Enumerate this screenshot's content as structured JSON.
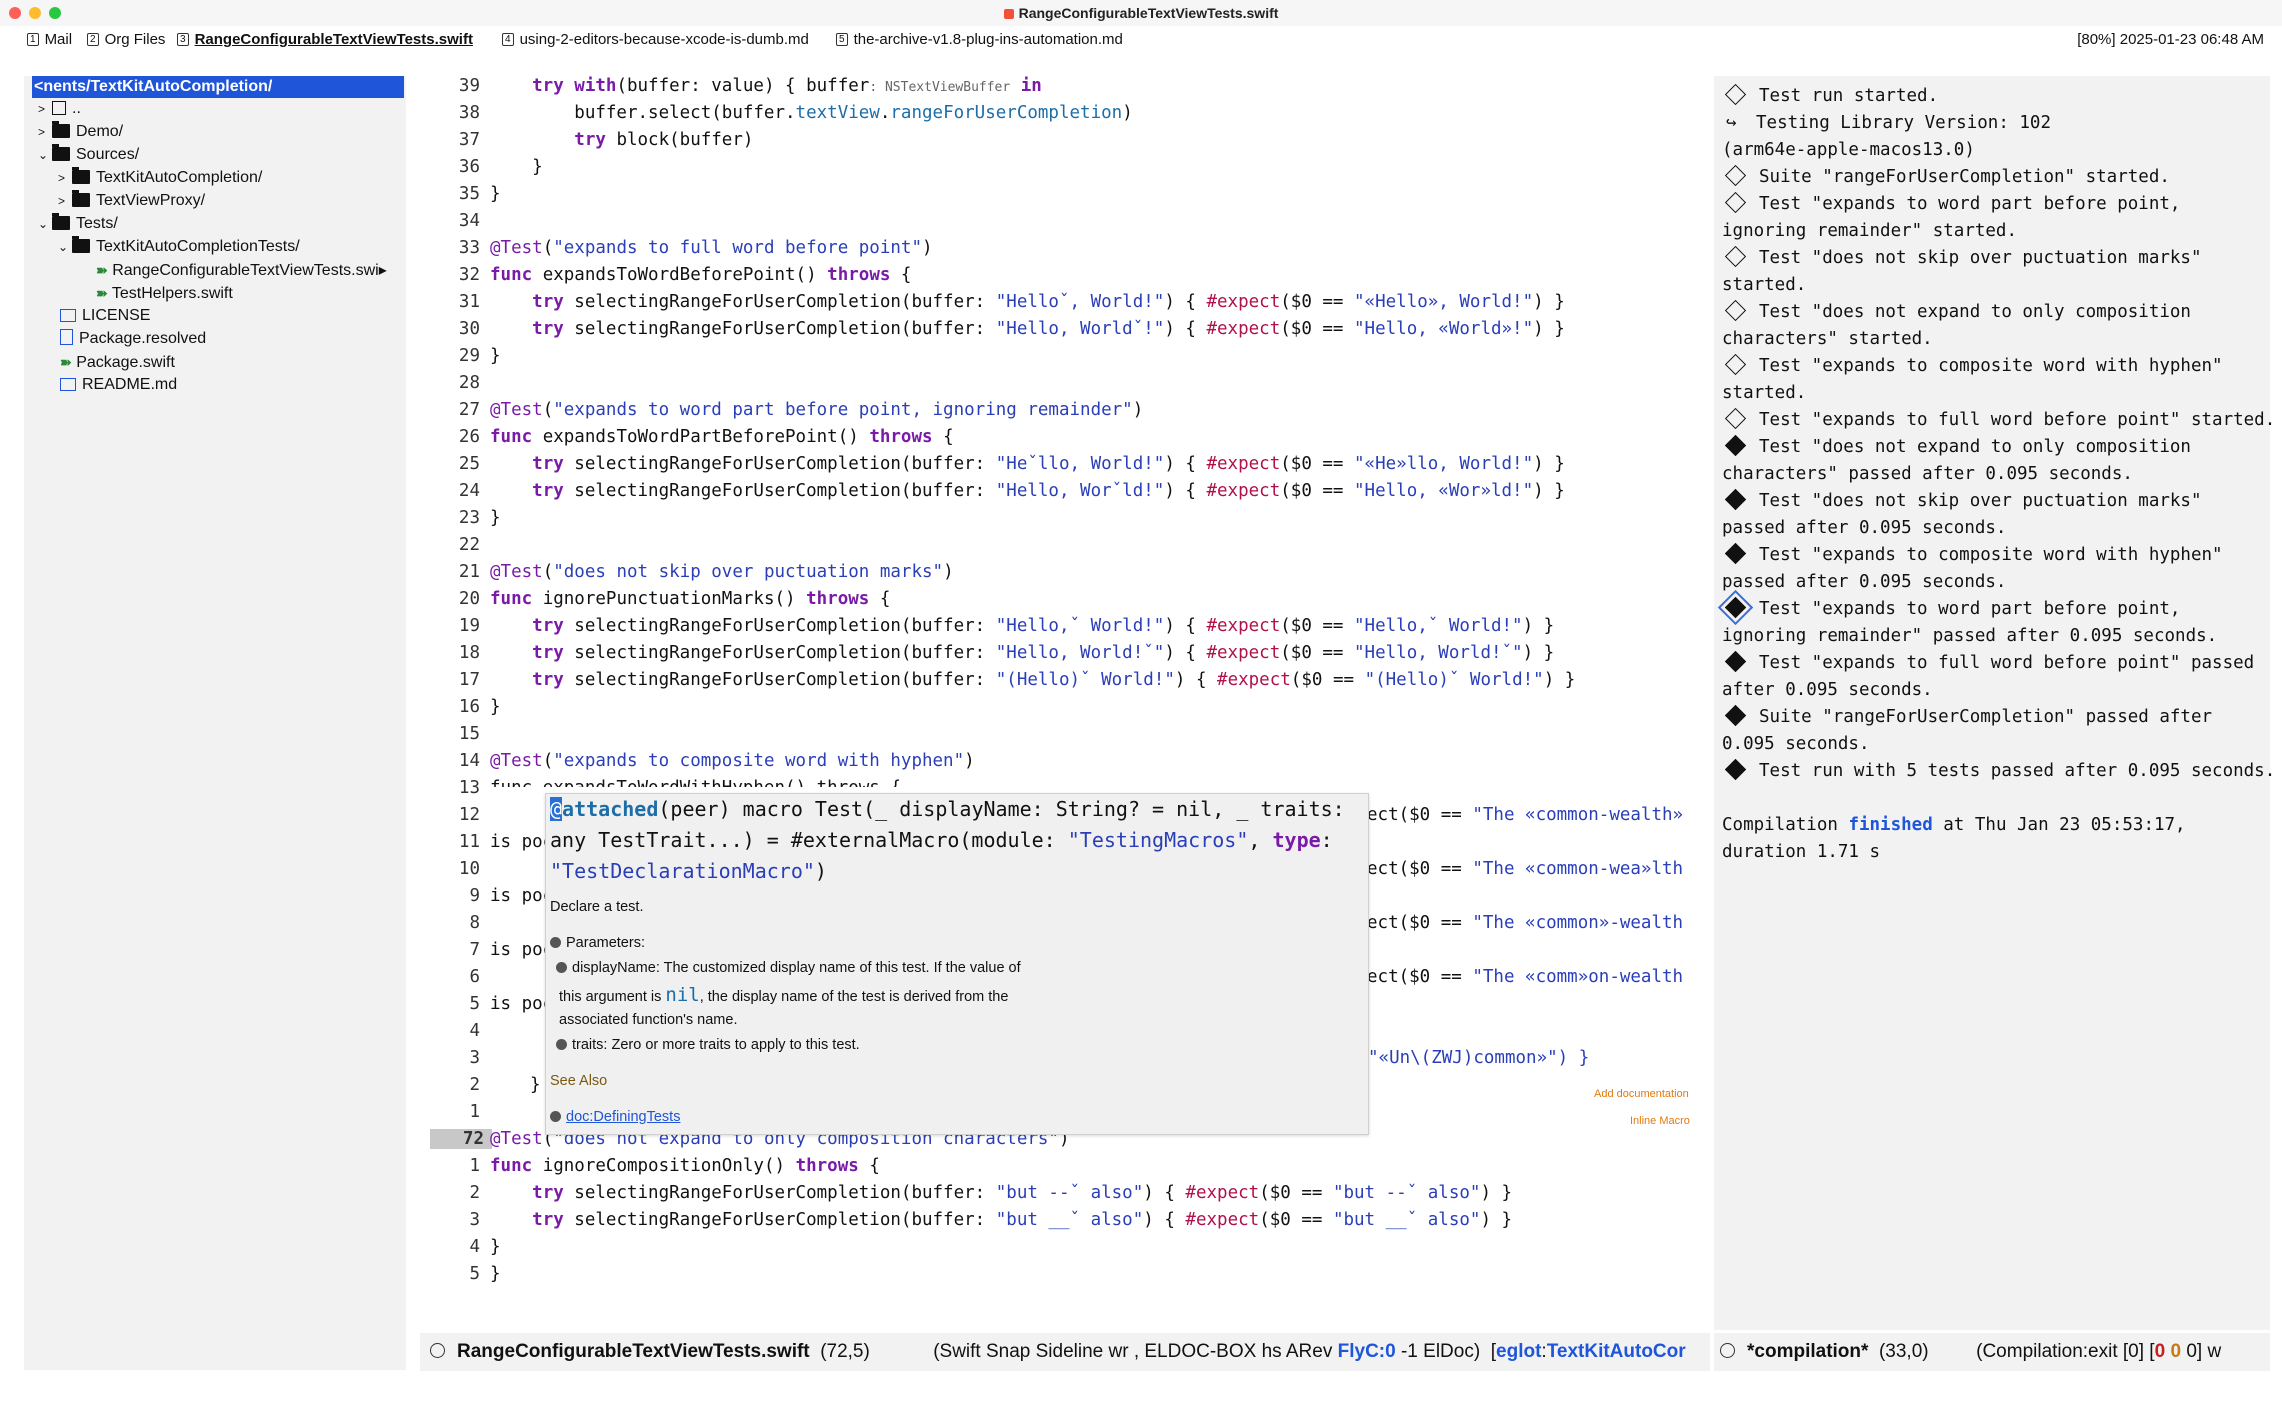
{
  "window": {
    "title": "RangeConfigurableTextViewTests.swift"
  },
  "tabs": [
    {
      "num": "1",
      "label": "Mail"
    },
    {
      "num": "2",
      "label": "Org Files"
    },
    {
      "num": "3",
      "label": "RangeConfigurableTextViewTests.swift"
    },
    {
      "num": "4",
      "label": "using-2-editors-because-xcode-is-dumb.md"
    },
    {
      "num": "5",
      "label": "the-archive-v1.8-plug-ins-automation.md"
    }
  ],
  "status": {
    "battery_clock": "[80%] 2025-01-23 06:48 AM"
  },
  "sidebar": {
    "root": "<nents/TextKitAutoCompletion/",
    "items": [
      {
        "label": ".."
      },
      {
        "label": "Demo/"
      },
      {
        "label": "Sources/"
      },
      {
        "label": "TextKitAutoCompletion/"
      },
      {
        "label": "TextViewProxy/"
      },
      {
        "label": "Tests/"
      },
      {
        "label": "TextKitAutoCompletionTests/"
      },
      {
        "label": "RangeConfigurableTextViewTests.swi▸"
      },
      {
        "label": "TestHelpers.swift"
      },
      {
        "label": "LICENSE"
      },
      {
        "label": "Package.resolved"
      },
      {
        "label": "Package.swift"
      },
      {
        "label": "README.md"
      }
    ]
  },
  "editor": {
    "line_numbers": [
      "39",
      "38",
      "37",
      "36",
      "35",
      "34",
      "33",
      "32",
      "31",
      "30",
      "29",
      "28",
      "27",
      "26",
      "25",
      "24",
      "23",
      "22",
      "21",
      "20",
      "19",
      "18",
      "17",
      "16",
      "15",
      "14",
      "13",
      "12",
      "11",
      "10",
      "9",
      "8",
      "7",
      "6",
      "5",
      "4",
      "3",
      "2",
      "1",
      "72",
      "1",
      "2",
      "3",
      "4",
      "5"
    ],
    "current_line": "72",
    "code": {
      "l39a": "    try ",
      "l39b": "with",
      "l39c": "(buffer: value) { buffer",
      "l39hint": ": NSTextViewBuffer",
      "l39d": " in",
      "l38a": "        buffer.select(buffer.",
      "l38b": "textView",
      "l38c": ".",
      "l38d": "rangeForUserCompletion",
      "l38e": ")",
      "l37a": "        ",
      "l37b": "try",
      "l37c": " block(buffer)",
      "l36": "    }",
      "l35": "}",
      "l33a": "@Test",
      "l33b": "(",
      "l33c": "\"expands to full word before point\"",
      "l33d": ")",
      "l32a": "func",
      "l32b": " expandsToWordBeforePoint() ",
      "l32c": "throws",
      "l32d": " {",
      "try": "try",
      "expect": "#expect",
      "call": " selectingRangeForUserCompletion(buffer: ",
      "l31s1": "\"Helloˇ, World!\"",
      "l31s2": "\"«Hello», World!\"",
      "l30s1": "\"Hello, Worldˇ!\"",
      "l30s2": "\"Hello, «World»!\"",
      "mid": ") { ",
      "cmp": "($0 == ",
      "end": ") }",
      "close": "}",
      "l27c": "\"expands to word part before point, ignoring remainder\"",
      "l26b": " expandsToWordPartBeforePoint() ",
      "l25s1": "\"Heˇllo, World!\"",
      "l25s2": "\"«He»llo, World!\"",
      "l24s1": "\"Hello, Worˇld!\"",
      "l24s2": "\"Hello, «Wor»ld!\"",
      "l21c": "\"does not skip over puctuation marks\"",
      "l20b": " ignorePunctuationMarks() ",
      "l19s1": "\"Hello,ˇ World!\"",
      "l19s2": "\"Hello,ˇ World!\"",
      "l18s1": "\"Hello, World!ˇ\"",
      "l18s2": "\"Hello, World!ˇ\"",
      "l17s1": "\"(Hello)ˇ World!\"",
      "l17s2": "\"(Hello)ˇ World!\"",
      "l14c": "\"expands to composite word with hyphen\"",
      "l13": "func expandsToWordWithHyphen() throws {",
      "l12r": "ect($0 == ",
      "l12s": "\"The «common-wealth»",
      "l11": "is poc",
      "l10s": "\"The «common-wea»lth",
      "l8s": "\"The «common»-wealth",
      "l6s": "\"The «comm»on-wealth",
      "l3r": "\"«Un\\(ZWJ)common»\") }",
      "l2": "}",
      "l72c": "\"does not expand to only composition characters\"",
      "l71b": " ignoreCompositionOnly() ",
      "l72s1": "\"but --ˇ also\"",
      "l72s2": "\"but --ˇ also\"",
      "l73s1": "\"but __ˇ also\"",
      "l73s2": "\"but __ˇ also\"",
      "l75": "}"
    }
  },
  "popup": {
    "sig_cursor": "@",
    "sig_1": "attached",
    "sig_2": "(peer) macro Test(_ displayName: String? = nil, _ traits: any TestTrait...) = #externalMacro(module: ",
    "sig_3": "\"TestingMacros\"",
    "sig_4": ", ",
    "sig_5": "type",
    "sig_6": ": ",
    "sig_7": "\"TestDeclarationMacro\"",
    "sig_8": ")",
    "declare": "Declare a test.",
    "parameters": "Parameters:",
    "p1a": "displayName: The customized display name of this test. If the value of",
    "p1b": "this argument is ",
    "p1nil": "nil",
    "p1c": ", the display name of the test is derived from the",
    "p1d": "associated function's name.",
    "p2": "traits: Zero or more traits to apply to this test.",
    "see_also": "See Also",
    "link": "doc:DefiningTests",
    "side_doc": "Add documentation",
    "side_inline": "Inline Macro"
  },
  "modeline_left": {
    "file": "RangeConfigurableTextViewTests.swift",
    "pos": "(72,5)",
    "modes_a": "(Swift Snap Sideline wr , ELDOC-BOX hs ARev ",
    "flyc": "FlyC:0",
    "modes_b": " -1 ElDoc)",
    "eglot_a": "[",
    "eglot_b": "eglot",
    "eglot_c": ":",
    "eglot_d": "TextKitAutoCor"
  },
  "modeline_right": {
    "buffer": "*compilation*",
    "pos": "(33,0)",
    "st_a": "(Compilation:exit [0] [",
    "st_b": "0",
    "st_c": "0",
    "st_d": "0",
    "st_e": "] w"
  },
  "results": {
    "lines": [
      "Test run started.",
      "Testing Library Version: 102",
      "(arm64e-apple-macos13.0)",
      "Suite \"rangeForUserCompletion\" started.",
      "Test \"expands to word part before point,",
      "ignoring remainder\" started.",
      "Test \"does not skip over puctuation marks\"",
      "started.",
      "Test \"does not expand to only composition",
      "characters\" started.",
      "Test \"expands to composite word with hyphen\"",
      "started.",
      "Test \"expands to full word before point\" started.",
      "Test \"does not expand to only composition",
      "characters\" passed after 0.095 seconds.",
      "Test \"does not skip over puctuation marks\"",
      "passed after 0.095 seconds.",
      "Test \"expands to composite word with hyphen\"",
      "passed after 0.095 seconds.",
      "Test \"expands to word part before point,",
      "ignoring remainder\" passed after 0.095 seconds.",
      "Test \"expands to full word before point\" passed",
      "after 0.095 seconds.",
      "Suite \"rangeForUserCompletion\" passed after",
      "0.095 seconds.",
      "Test run with 5 tests passed after 0.095 seconds."
    ],
    "comp_a": "Compilation ",
    "comp_b": "finished",
    "comp_c": " at Thu Jan 23 05:53:17,",
    "comp_d": "duration 1.71 s"
  }
}
